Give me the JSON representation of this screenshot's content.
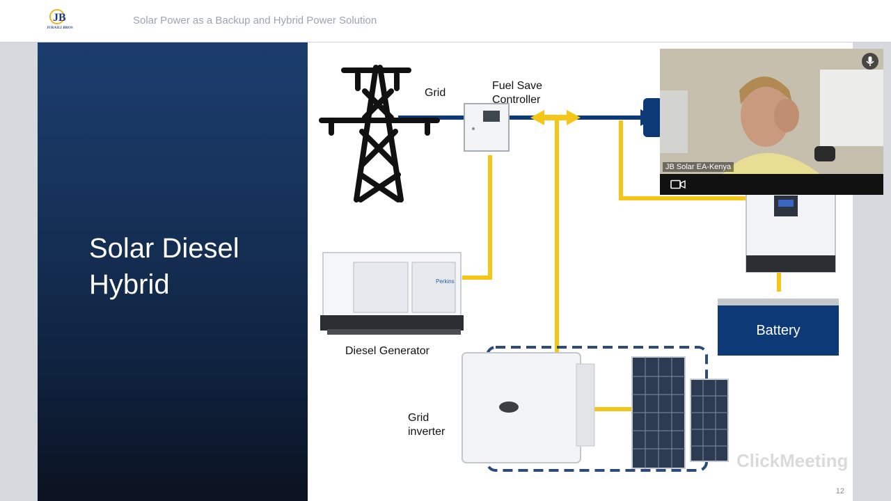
{
  "header": {
    "logo_text": "JURAILI BROS",
    "title": "Solar Power as a Backup and Hybrid Power Solution"
  },
  "slide": {
    "heading_line1": "Solar Diesel",
    "heading_line2": "Hybrid",
    "page_number": "12",
    "labels": {
      "grid": "Grid",
      "fuel_save_line1": "Fuel Save",
      "fuel_save_line2": "Controller",
      "diesel_generator": "Diesel Generator",
      "grid_inverter_line1": "Grid",
      "grid_inverter_line2": "inverter",
      "battery": "Battery",
      "generator_brand": "Perkins"
    },
    "watermark": "ClickMeeting"
  },
  "video": {
    "participant_name": "JB Solar EA-Kenya"
  },
  "colors": {
    "blue_line": "#0d3a76",
    "yellow_line": "#f5c518",
    "panel_blue": "#1b3d6e"
  }
}
